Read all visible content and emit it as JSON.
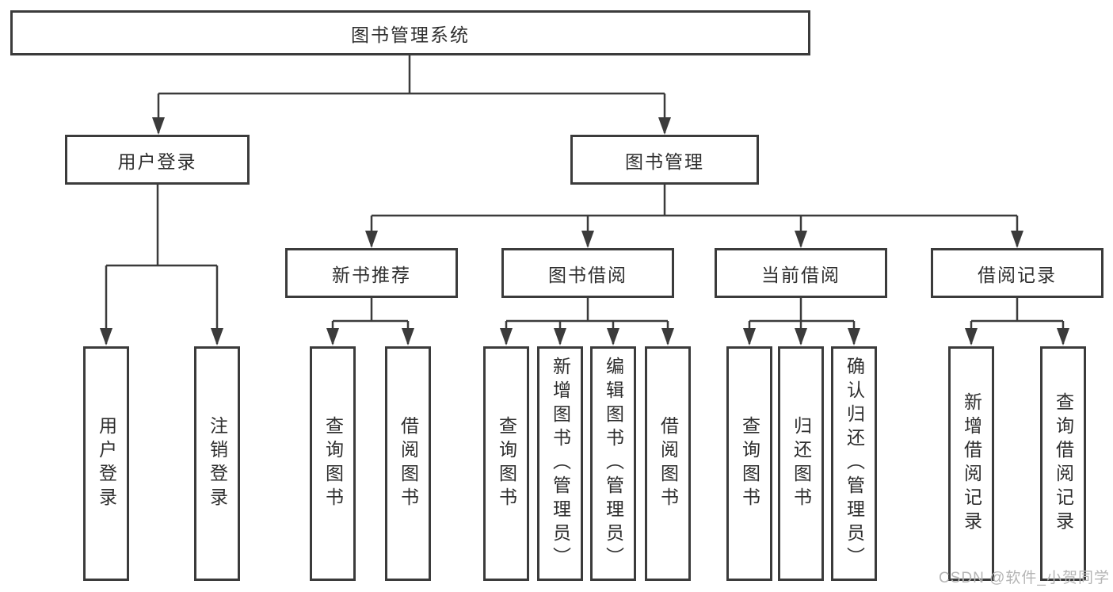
{
  "page": {
    "background_color": "#ffffff",
    "line_color": "#3b3b3b",
    "text_color": "#2e2e2e"
  },
  "diagram": {
    "type": "hierarchy",
    "root": {
      "label": "图书管理系统"
    },
    "level2": [
      {
        "label": "用户登录"
      },
      {
        "label": "图书管理"
      }
    ],
    "level3": [
      {
        "label": "新书推荐",
        "parent": "图书管理"
      },
      {
        "label": "图书借阅",
        "parent": "图书管理"
      },
      {
        "label": "当前借阅",
        "parent": "图书管理"
      },
      {
        "label": "借阅记录",
        "parent": "图书管理"
      }
    ],
    "leaves": [
      {
        "label": "用户登录",
        "parent": "用户登录"
      },
      {
        "label": "注销登录",
        "parent": "用户登录"
      },
      {
        "label": "查询图书",
        "parent": "新书推荐"
      },
      {
        "label": "借阅图书",
        "parent": "新书推荐"
      },
      {
        "label": "查询图书",
        "parent": "图书借阅"
      },
      {
        "label": "新增图书（管理员）",
        "parent": "图书借阅"
      },
      {
        "label": "编辑图书（管理员）",
        "parent": "图书借阅"
      },
      {
        "label": "借阅图书",
        "parent": "图书借阅"
      },
      {
        "label": "查询图书",
        "parent": "当前借阅"
      },
      {
        "label": "归还图书",
        "parent": "当前借阅"
      },
      {
        "label": "确认归还（管理员）",
        "parent": "当前借阅"
      },
      {
        "label": "新增借阅记录",
        "parent": "借阅记录"
      },
      {
        "label": "查询借阅记录",
        "parent": "借阅记录"
      }
    ],
    "edges": [
      {
        "from": "图书管理系统",
        "to": [
          "用户登录",
          "图书管理"
        ]
      },
      {
        "from": "用户登录",
        "to": [
          "用户登录",
          "注销登录"
        ]
      },
      {
        "from": "图书管理",
        "to": [
          "新书推荐",
          "图书借阅",
          "当前借阅",
          "借阅记录"
        ]
      },
      {
        "from": "新书推荐",
        "to": [
          "查询图书",
          "借阅图书"
        ]
      },
      {
        "from": "图书借阅",
        "to": [
          "查询图书",
          "新增图书（管理员）",
          "编辑图书（管理员）",
          "借阅图书"
        ]
      },
      {
        "from": "当前借阅",
        "to": [
          "查询图书",
          "归还图书",
          "确认归还（管理员）"
        ]
      },
      {
        "from": "借阅记录",
        "to": [
          "新增借阅记录",
          "查询借阅记录"
        ]
      }
    ]
  },
  "watermark": {
    "text": "CSDN @软件_小贺同学",
    "color": "#b5b5b5"
  }
}
